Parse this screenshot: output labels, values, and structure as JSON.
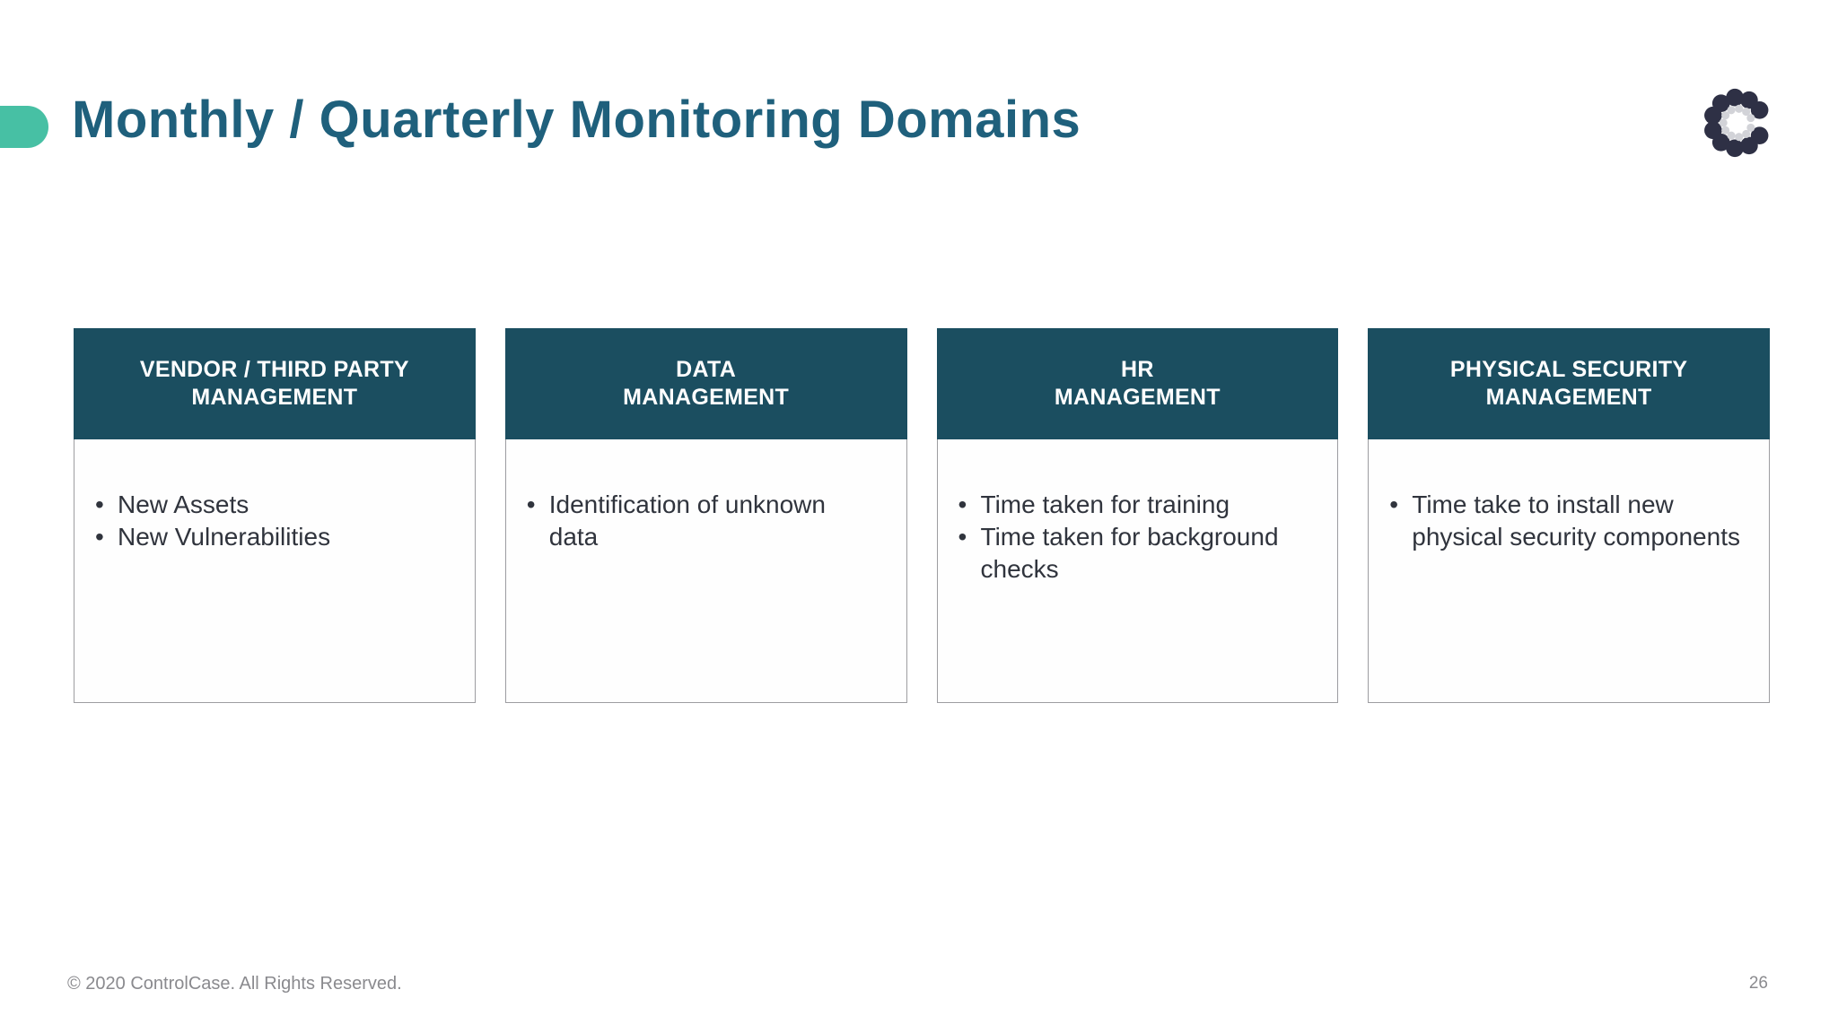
{
  "slide": {
    "title": "Monthly / Quarterly Monitoring Domains",
    "footer_copyright": "© 2020 ControlCase. All Rights Reserved.",
    "page_number": "26",
    "logo": "controlcase-dotted-c-logo"
  },
  "colors": {
    "accent": "#47c0a4",
    "title_text": "#1f607c",
    "card_header_bg": "#1b4e60",
    "card_header_text": "#ffffff",
    "card_border": "#9d9da1",
    "body_text": "#30343d",
    "footer_text": "#8a8a8e",
    "logo_dark": "#2e3045",
    "logo_light": "#d2d3d8"
  },
  "cards": [
    {
      "title": "VENDOR / THIRD PARTY\nMANAGEMENT",
      "bullets": [
        "New Assets",
        "New Vulnerabilities"
      ]
    },
    {
      "title": "DATA\nMANAGEMENT",
      "bullets": [
        "Identification of unknown data"
      ]
    },
    {
      "title": "HR\nMANAGEMENT",
      "bullets": [
        "Time taken for training",
        "Time taken for background checks"
      ]
    },
    {
      "title": "PHYSICAL SECURITY\nMANAGEMENT",
      "bullets": [
        "Time take to install new physical security components"
      ]
    }
  ]
}
